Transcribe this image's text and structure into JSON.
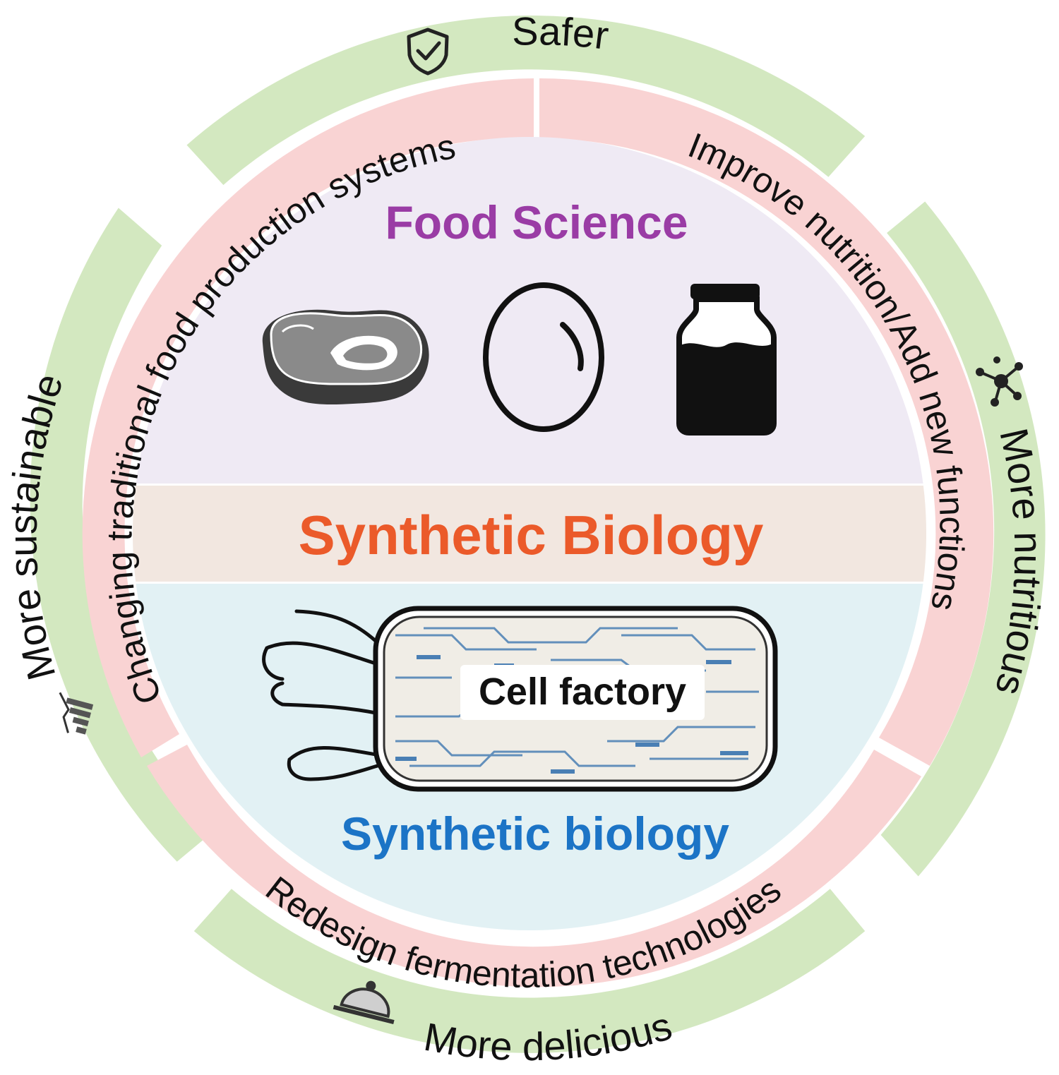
{
  "outer_ring": {
    "top": {
      "label": "Safer",
      "icon": "shield-check-icon"
    },
    "right": {
      "label": "More nutritious",
      "icon": "molecule-icon"
    },
    "bottom": {
      "label": "More delicious",
      "icon": "food-cloche-icon"
    },
    "left": {
      "label": "More sustainable",
      "icon": "growth-chart-icon"
    }
  },
  "inner_ring": {
    "top_left": {
      "label": "Changing traditional food production systems"
    },
    "top_right": {
      "label": "Improve nutrition/Add new functions"
    },
    "bottom": {
      "label": "Redesign fermentation technologies"
    }
  },
  "center": {
    "food_science_title": "Food Science",
    "food_icons": [
      "meat-icon",
      "egg-icon",
      "milk-bottle-icon"
    ],
    "synthetic_biology_title": "Synthetic Biology",
    "cell_factory_label": "Cell factory",
    "synthetic_biology_subtitle": "Synthetic biology"
  },
  "colors": {
    "outer_ring_green": "#d3e8c0",
    "inner_ring_pink": "#f9d3d3",
    "food_science_bg": "#efeaf4",
    "band_bg": "#f2e7e0",
    "synbio_bg": "#e2f1f4",
    "food_science_title": "#9a3ca5",
    "synthetic_biology_title": "#eb5a2a",
    "synthetic_biology_subtitle": "#1c74c6"
  }
}
